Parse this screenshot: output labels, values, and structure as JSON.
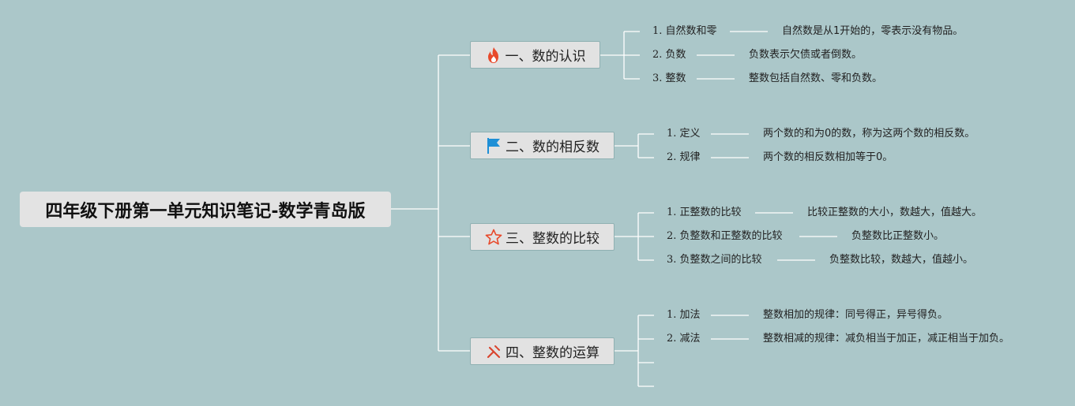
{
  "title": "四年级下册第一单元知识笔记-数学青岛版",
  "colors": {
    "background": "#abc7c9",
    "line": "#ffffff",
    "fire": "#e8492b",
    "flag": "#1e8fd6",
    "star": "#e8492b",
    "tools": "#d9452f"
  },
  "branches": [
    {
      "label": "一、数的认识",
      "icon": "fire-icon",
      "items": [
        {
          "label": "1. 自然数和零",
          "desc": "自然数是从1开始的，零表示没有物品。"
        },
        {
          "label": "2. 负数",
          "desc": "负数表示欠债或者倒数。"
        },
        {
          "label": "3. 整数",
          "desc": "整数包括自然数、零和负数。"
        }
      ]
    },
    {
      "label": "二、数的相反数",
      "icon": "flag-icon",
      "items": [
        {
          "label": "1. 定义",
          "desc": "两个数的和为0的数，称为这两个数的相反数。"
        },
        {
          "label": "2. 规律",
          "desc": "两个数的相反数相加等于0。"
        }
      ]
    },
    {
      "label": "三、整数的比较",
      "icon": "star-icon",
      "items": [
        {
          "label": "1. 正整数的比较",
          "desc": "比较正整数的大小，数越大，值越大。"
        },
        {
          "label": "2. 负整数和正整数的比较",
          "desc": "负整数比正整数小。"
        },
        {
          "label": "3. 负整数之间的比较",
          "desc": "负整数比较，数越大，值越小。"
        }
      ]
    },
    {
      "label": "四、整数的运算",
      "icon": "tools-icon",
      "items": [
        {
          "label": "1. 加法",
          "desc": "整数相加的规律：同号得正，异号得负。"
        },
        {
          "label": "2. 减法",
          "desc": "整数相减的规律：减负相当于加正，减正相当于加负。"
        }
      ]
    }
  ]
}
